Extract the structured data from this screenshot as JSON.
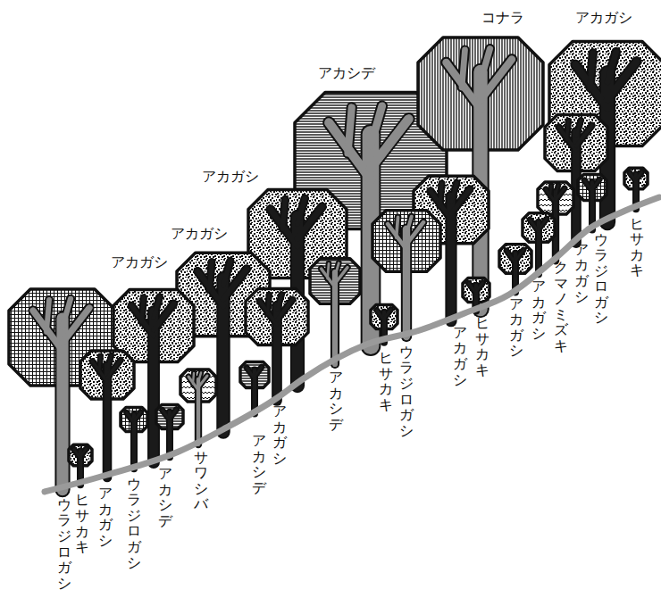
{
  "diagram": {
    "labels": [
      "アカガシ",
      "アカガシ",
      "アカガシ",
      "アカシデ",
      "コナラ",
      "アカガシ",
      "ウラジロガシ",
      "ヒサカキ",
      "アカガシ",
      "ウラジロガシ",
      "アカシデ",
      "サワシバ",
      "アカシデ",
      "アカガシ",
      "アカシデ",
      "ヒサカキ",
      "ウラジロガシ",
      "アカガシ",
      "ヒサカキ",
      "アカガシ",
      "アカガシ",
      "クマノミズキ",
      "アカガシ",
      "ウラジロガシ",
      "ヒサカキ"
    ]
  }
}
